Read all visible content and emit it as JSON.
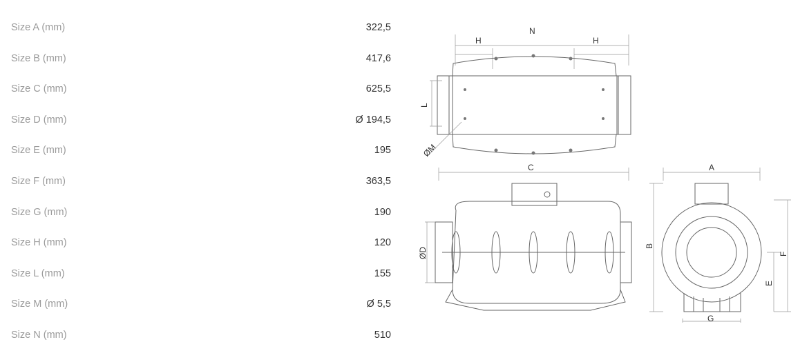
{
  "specs": [
    {
      "label": "Size A (mm)",
      "value": "322,5"
    },
    {
      "label": "Size B (mm)",
      "value": "417,6"
    },
    {
      "label": "Size C (mm)",
      "value": "625,5"
    },
    {
      "label": "Size D (mm)",
      "value": "Ø 194,5"
    },
    {
      "label": "Size E (mm)",
      "value": "195"
    },
    {
      "label": "Size F (mm)",
      "value": "363,5"
    },
    {
      "label": "Size G (mm)",
      "value": "190"
    },
    {
      "label": "Size H (mm)",
      "value": "120"
    },
    {
      "label": "Size L (mm)",
      "value": "155"
    },
    {
      "label": "Size M (mm)",
      "value": "Ø 5,5"
    },
    {
      "label": "Size N (mm)",
      "value": "510"
    }
  ],
  "drawing": {
    "top_view": {
      "n": "N",
      "h1": "H",
      "h2": "H",
      "l": "L",
      "m": "ØM"
    },
    "front_view": {
      "c": "C",
      "d": "ØD"
    },
    "side_view": {
      "a": "A",
      "b": "B",
      "e": "E",
      "f": "F",
      "g": "G"
    }
  }
}
